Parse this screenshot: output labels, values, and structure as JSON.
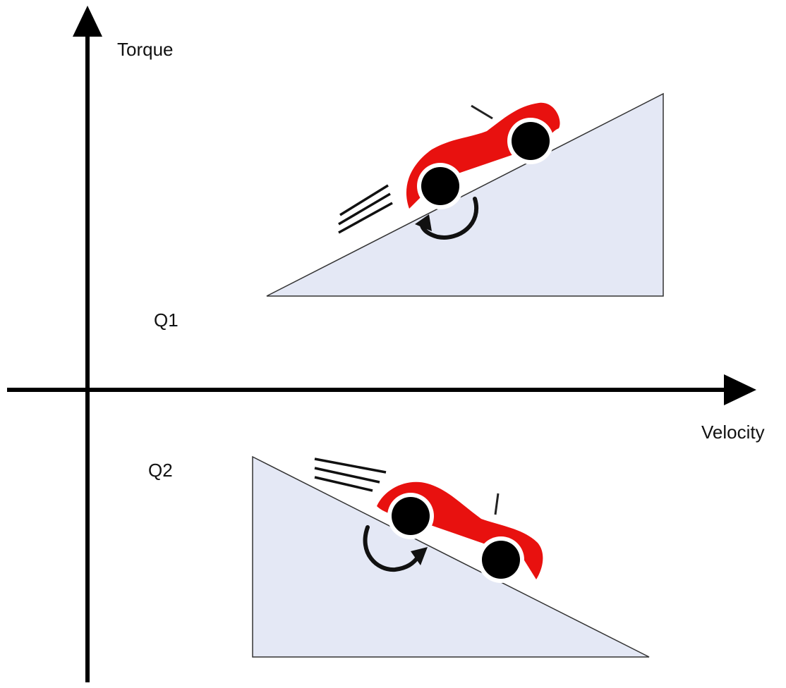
{
  "axes": {
    "y_label": "Torque",
    "x_label": "Velocity"
  },
  "quadrants": {
    "q1_label": "Q1",
    "q2_label": "Q2"
  },
  "colors": {
    "axis": "#000000",
    "slope_fill": "#e4e8f5",
    "slope_stroke": "#333333",
    "car_body": "#e8110f",
    "wheel": "#000000"
  },
  "icons": {
    "upper_scene": "car-driving-uphill-icon",
    "lower_scene": "car-driving-downhill-icon",
    "rotation": "curved-rotation-arrow-icon"
  }
}
